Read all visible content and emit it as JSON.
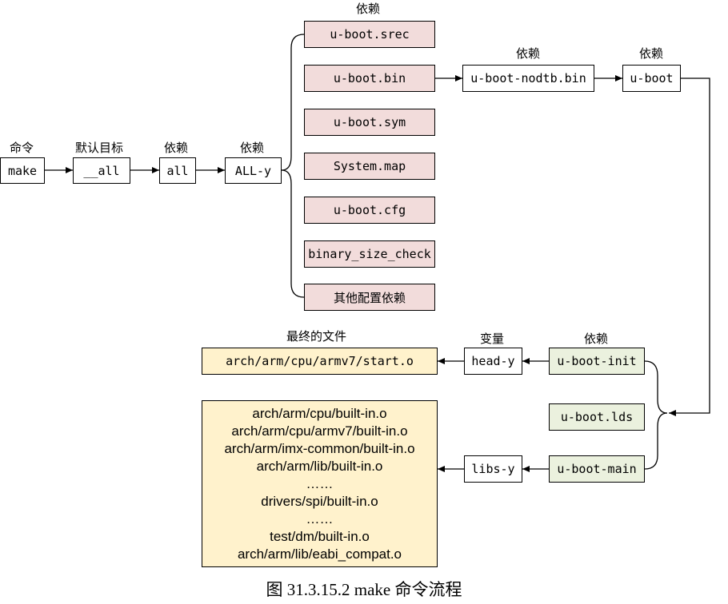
{
  "labels": {
    "command": "命令",
    "default_target": "默认目标",
    "dep_all": "依赖",
    "dep_ally": "依赖",
    "dep_ubootsrec": "依赖",
    "dep_nodtb": "依赖",
    "dep_uboot": "依赖",
    "final_file": "最终的文件",
    "variable": "变量",
    "dep_init": "依赖"
  },
  "nodes": {
    "make": "make",
    "all_target": "__all",
    "all": "all",
    "all_y": "ALL-y",
    "srec": "u-boot.srec",
    "bin": "u-boot.bin",
    "sym": "u-boot.sym",
    "sysmap": "System.map",
    "cfg": "u-boot.cfg",
    "bsc": "binary_size_check",
    "other": "其他配置依赖",
    "nodtb": "u-boot-nodtb.bin",
    "uboot": "u-boot",
    "init": "u-boot-init",
    "lds": "u-boot.lds",
    "main": "u-boot-main",
    "heady": "head-y",
    "libsy": "libs-y",
    "start": "arch/arm/cpu/armv7/start.o"
  },
  "libs_list": [
    "arch/arm/cpu/built-in.o",
    "arch/arm/cpu/armv7/built-in.o",
    "arch/arm/imx-common/built-in.o",
    "arch/arm/lib/built-in.o",
    "……",
    "drivers/spi/built-in.o",
    "……",
    "test/dm/built-in.o",
    "arch/arm/lib/eabi_compat.o"
  ],
  "caption": "图 31.3.15.2 make 命令流程"
}
